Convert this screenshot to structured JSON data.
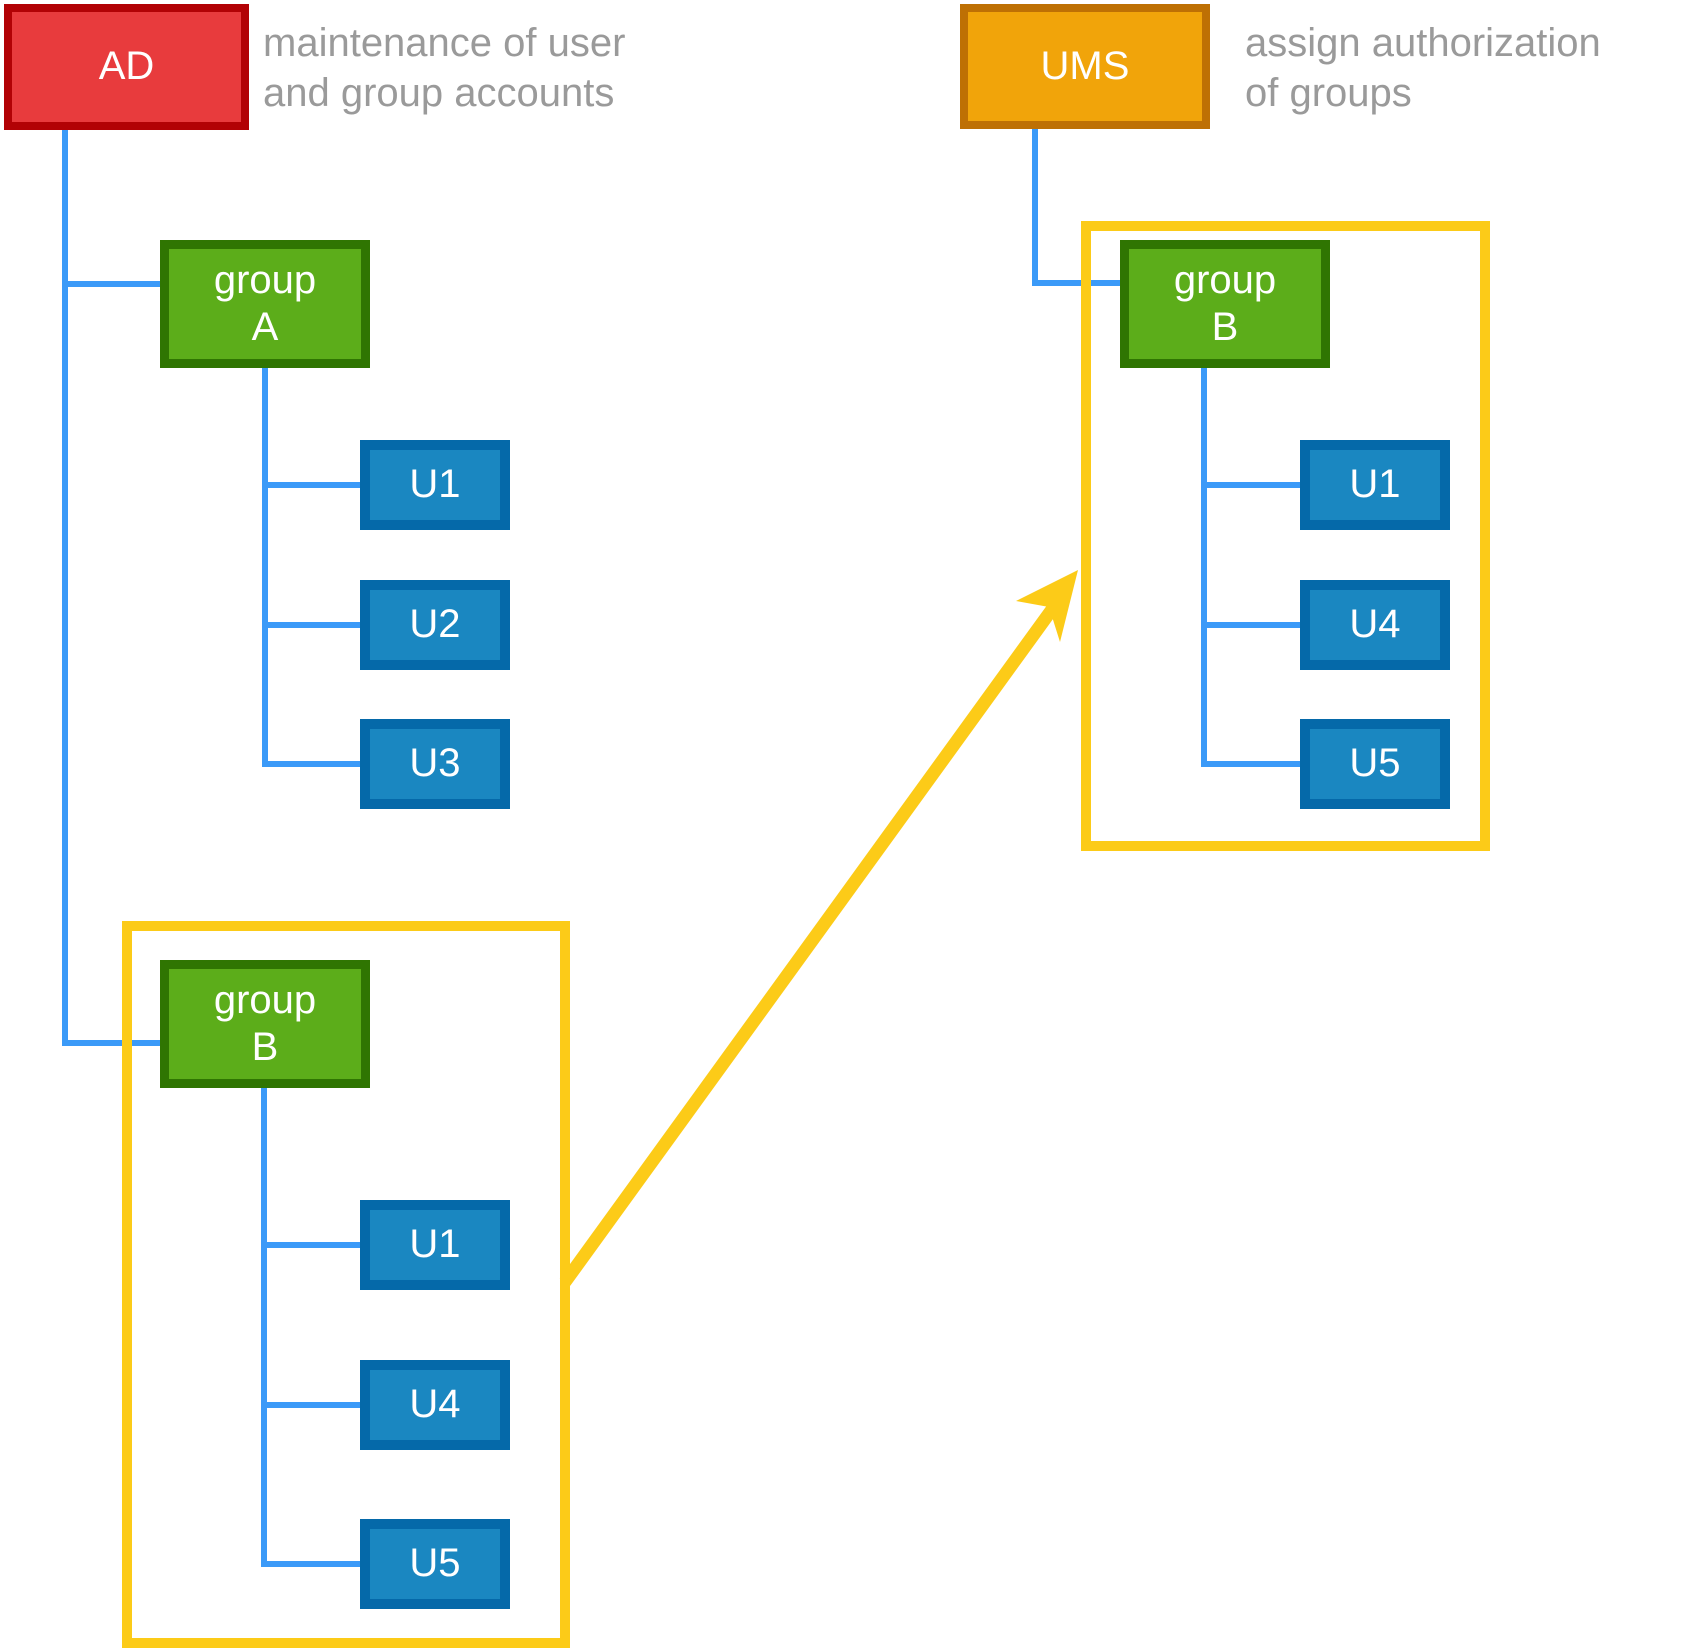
{
  "palette": {
    "background": "#FFFFFF",
    "red_fill": "#E83B3D",
    "red_border": "#B20205",
    "orange_fill": "#F1A40A",
    "orange_border": "#BE7004",
    "green_fill": "#5CAD1A",
    "green_border": "#2F7502",
    "blue_fill": "#1A87C1",
    "blue_border": "#0569A9",
    "connector_blue": "#3B9AF8",
    "highlight_yellow": "#FCCB18",
    "annotation_gray": "#9A9A9A",
    "label_white": "#FFFFFF"
  },
  "systems": {
    "ad": {
      "label": "AD",
      "annotation": "maintenance of user\nand group accounts"
    },
    "ums": {
      "label": "UMS",
      "annotation": "assign authorization\nof groups"
    }
  },
  "ad_tree": {
    "group_a": {
      "label": "group\nA",
      "users": [
        "U1",
        "U2",
        "U3"
      ]
    },
    "group_b": {
      "label": "group\nB",
      "users": [
        "U1",
        "U4",
        "U5"
      ]
    }
  },
  "ums_tree": {
    "group_b": {
      "label": "group\nB",
      "users": [
        "U1",
        "U4",
        "U5"
      ]
    }
  }
}
